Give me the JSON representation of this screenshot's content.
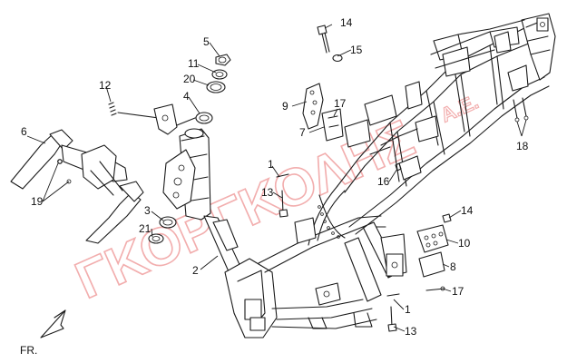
{
  "watermark": {
    "main": "ΓΚΟΡΓΚΟΛΗΣ",
    "suffix": "A.E."
  },
  "direction_label": "FR.",
  "callouts": [
    "1",
    "2",
    "3",
    "4",
    "5",
    "6",
    "7",
    "8",
    "9",
    "10",
    "11",
    "12",
    "13",
    "14",
    "15",
    "16",
    "17",
    "18",
    "19",
    "20",
    "21"
  ],
  "colors": {
    "line": "#1a1a1a",
    "watermark": "#f0a0a0",
    "background": "#ffffff"
  }
}
